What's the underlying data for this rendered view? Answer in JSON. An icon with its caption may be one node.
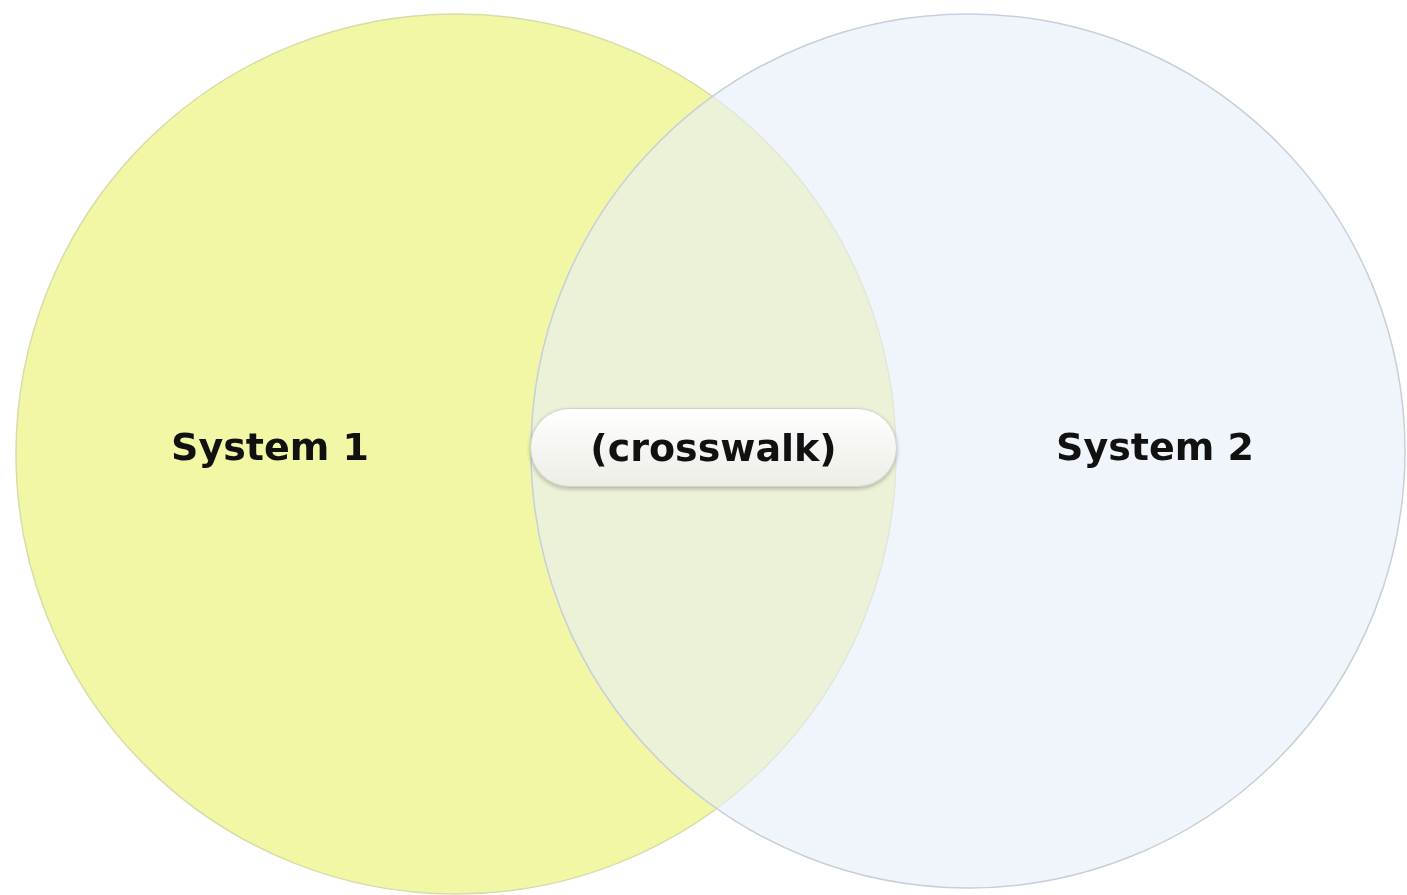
{
  "diagram": {
    "nodes": [
      {
        "text": [
          "System 1"
        ]
      },
      {
        "text": [
          "System 2"
        ]
      },
      {
        "text": [
          "(crosswalk)"
        ]
      }
    ]
  }
}
